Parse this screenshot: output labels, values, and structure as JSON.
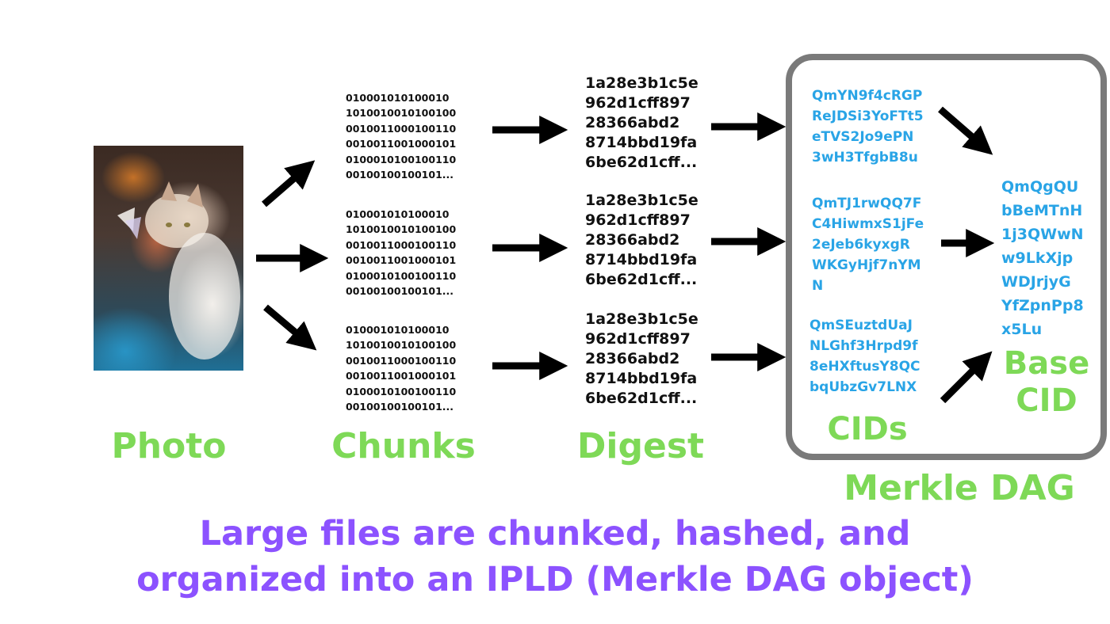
{
  "stages": {
    "photo": {
      "label": "Photo"
    },
    "chunks": {
      "label": "Chunks",
      "blocks": [
        "010001010100010\n1010010010100100\n0010011000100110\n0010011001000101\n0100010100100110\n00100100100101...",
        "010001010100010\n1010010010100100\n0010011000100110\n0010011001000101\n0100010100100110\n00100100100101...",
        "010001010100010\n1010010010100100\n0010011000100110\n0010011001000101\n0100010100100110\n00100100100101..."
      ]
    },
    "digest": {
      "label": "Digest",
      "blocks": [
        "1a28e3b1c5e\n962d1cff897\n28366abd2\n8714bbd19fa\n6be62d1cff...",
        "1a28e3b1c5e\n962d1cff897\n28366abd2\n8714bbd19fa\n6be62d1cff...",
        "1a28e3b1c5e\n962d1cff897\n28366abd2\n8714bbd19fa\n6be62d1cff..."
      ]
    },
    "merkle_dag": {
      "label": "Merkle DAG",
      "cids_label": "CIDs",
      "cids": [
        "QmYN9f4cRGP\nReJDSi3YoFTt5\neTVS2Jo9ePN\n3wH3TfgbB8u",
        "QmTJ1rwQQ7F\nC4HiwmxS1jFe\n2eJeb6kyxgR\nWKGyHjf7nYM\nN",
        "QmSEuztdUaJ\nNLGhf3Hrpd9f\n8eHXftusY8QC\nbqUbzGv7LNX"
      ],
      "base_cid_label": "Base\nCID",
      "base_cid": "QmQgQU\nbBeMTnH\n1j3QWwN\nw9LkXjp\nWDJrjyG\nYfZpnPp8\nx5Lu"
    }
  },
  "caption": "Large files are chunked, hashed, and\norganized into an IPLD (Merkle DAG object)",
  "colors": {
    "label_green": "#7ed957",
    "cid_blue": "#29a4e6",
    "caption_purple": "#8c52ff",
    "box_gray": "#7a7a7a",
    "arrow_black": "#000000"
  }
}
